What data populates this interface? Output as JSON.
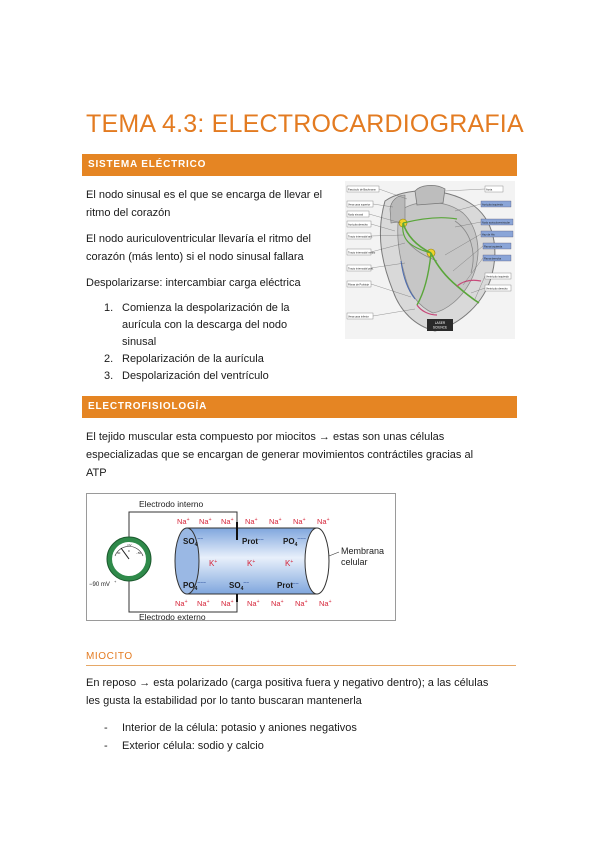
{
  "title": "TEMA 4.3: ELECTROCARDIOGRAFIA",
  "section1": {
    "heading": "SISTEMA ELÉCTRICO",
    "para1": [
      "El nodo sinusal es el que se encarga de llevar el",
      "ritmo del corazón"
    ],
    "para2": [
      "El nodo auriculoventricular llevaría el ritmo del",
      "corazón (más lento) si el nodo sinusal fallara"
    ],
    "para3": "Despolarizarse: intercambiar carga eléctrica",
    "list": [
      {
        "num": "1.",
        "lines": [
          "Comienza la despolarización de la",
          "aurícula con la descarga del nodo",
          "sinusal"
        ]
      },
      {
        "num": "2.",
        "lines": [
          "Repolarización de la aurícula"
        ]
      },
      {
        "num": "3.",
        "lines": [
          "Despolarización del ventrículo"
        ]
      }
    ],
    "heart_figure": {
      "left_labels": [
        "Fascículo de Bachmann",
        "Vena cava superior",
        "Nodo sinusal",
        "Aurícula derecha",
        "Tracto internodal ant.",
        "Tracto internodal medio",
        "Tracto internodal post.",
        "Fibras de Purkinje",
        "Vena cava inferior"
      ],
      "right_labels": [
        "Aorta",
        "Aurícula izquierda",
        "Nodo auriculoventricular",
        "Haz de His",
        "Rama izquierda",
        "Rama derecha",
        "Ventrículo izquierdo",
        "Ventrículo derecho"
      ],
      "corner_label": [
        "LASER",
        "SCIENCE"
      ]
    }
  },
  "section2": {
    "heading": "ELECTROFISIOLOGÍA",
    "para1": [
      "El tejido muscular esta compuesto por miocitos → estas son unas células",
      "especializadas que se encargan de generar movimientos contráctiles gracias al",
      "ATP"
    ],
    "cell_figure": {
      "electrode_top": "Electrodo interno",
      "electrode_bottom": "Electrodo externo",
      "voltage": "−90 mV",
      "membrane": [
        "Membrana",
        "celular"
      ],
      "na": "Na",
      "k": "K",
      "so4": "SO",
      "po4": "PO",
      "prot": "Prot",
      "sub4": "4",
      "meter_ticks": [
        "mV",
        "50",
        "0",
        "−50",
        "−90",
        "−100"
      ]
    }
  },
  "section3": {
    "heading": "MIOCITO",
    "para1": [
      "En reposo → esta polarizado (carga positiva fuera y negativo dentro); a las células",
      "les gusta la estabilidad por lo tanto buscaran mantenerla"
    ],
    "list": [
      {
        "dash": "-",
        "text": "Interior de la célula: potasio y aniones negativos"
      },
      {
        "dash": "-",
        "text": "Exterior célula: sodio y calcio"
      }
    ]
  },
  "colors": {
    "accent": "#e58523",
    "title": "#e37b21"
  }
}
